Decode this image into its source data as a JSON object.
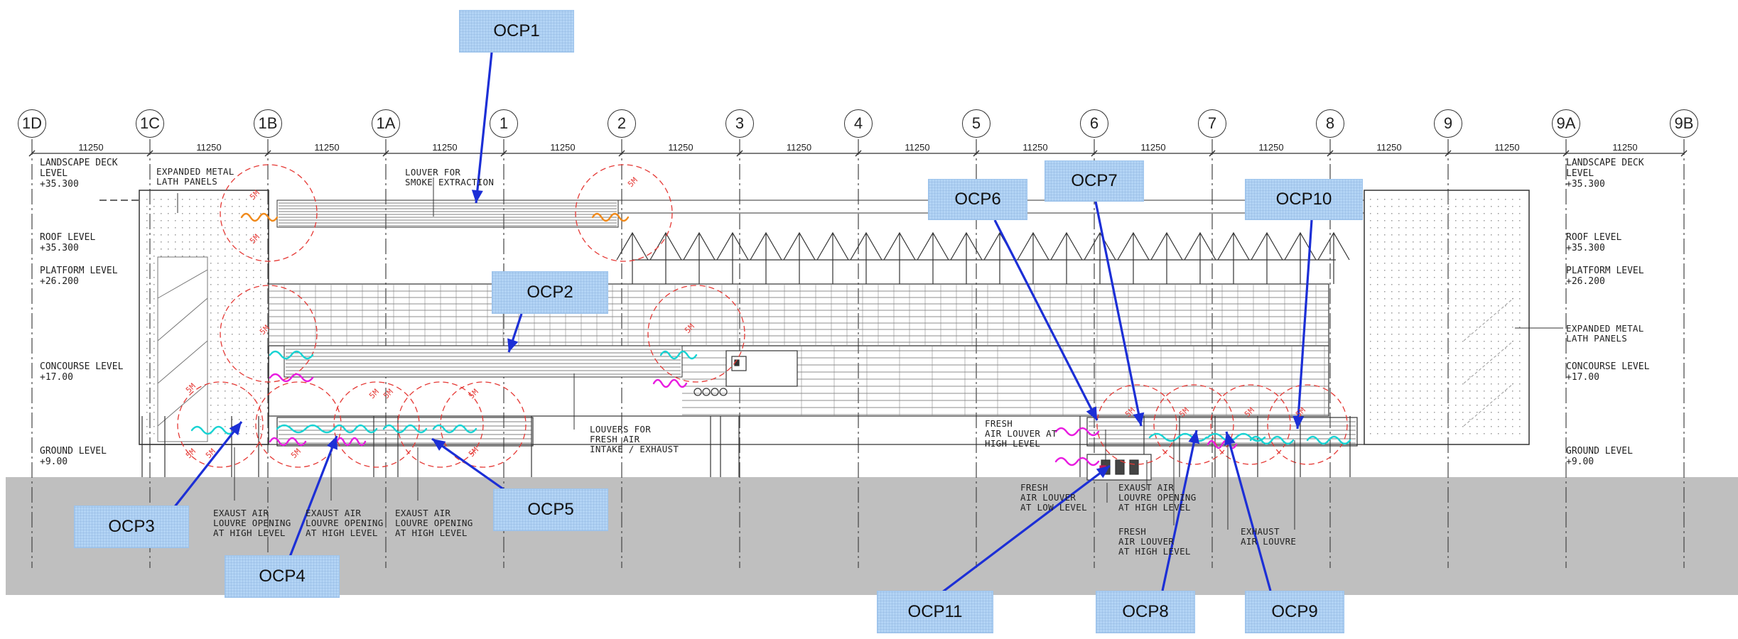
{
  "grid": {
    "labels": [
      "1D",
      "1C",
      "1B",
      "1A",
      "1",
      "2",
      "3",
      "4",
      "5",
      "6",
      "7",
      "8",
      "9",
      "9A",
      "9B"
    ],
    "spacing_label": "11250"
  },
  "levels_left": [
    {
      "name": "LANDSCAPE DECK\nLEVEL",
      "value": "+35.300"
    },
    {
      "name": "ROOF LEVEL",
      "value": "+35.300"
    },
    {
      "name": "PLATFORM LEVEL",
      "value": "+26.200"
    },
    {
      "name": "CONCOURSE LEVEL",
      "value": "+17.00"
    },
    {
      "name": "GROUND LEVEL",
      "value": "+9.00"
    }
  ],
  "levels_right": [
    {
      "name": "LANDSCAPE DECK\nLEVEL",
      "value": "+35.300"
    },
    {
      "name": "ROOF LEVEL",
      "value": "+35.300"
    },
    {
      "name": "PLATFORM LEVEL",
      "value": "+26.200"
    },
    {
      "name": "CONCOURSE LEVEL",
      "value": "+17.00"
    },
    {
      "name": "GROUND LEVEL",
      "value": "+9.00"
    }
  ],
  "notes": {
    "expanded_left": "EXPANDED METAL\nLATH PANELS",
    "expanded_right": "EXPANDED METAL\nLATH PANELS",
    "louver_smoke": "LOUVER FOR\nSMOKE EXTRACTION",
    "louvers_fresh": "LOUVERS FOR\nFRESH AIR\nINTAKE / EXHAUST",
    "exaust1": "EXAUST AIR\nLOUVRE OPENING\nAT HIGH LEVEL",
    "exaust2": "EXAUST AIR\nLOUVRE OPENING\nAT HIGH LEVEL",
    "exaust3": "EXAUST AIR\nLOUVRE OPENING\nAT HIGH LEVEL",
    "fresh_high_top": "FRESH\nAIR LOUVER AT\nHIGH LEVEL",
    "fresh_low": "FRESH\nAIR LOUVER\nAT LOW LEVEL",
    "exaust_right": "EXAUST AIR\nLOUVRE OPENING\nAT HIGH LEVEL",
    "fresh_high_bottom": "FRESH\nAIR LOUVER\nAT HIGH LEVEL",
    "exhaust_louvre": "EXHAUST\nAIR LOUVRE"
  },
  "radius_label": "5M",
  "callouts": [
    "OCP1",
    "OCP2",
    "OCP3",
    "OCP4",
    "OCP5",
    "OCP6",
    "OCP7",
    "OCP8",
    "OCP9",
    "OCP10",
    "OCP11"
  ],
  "colors": {
    "ground": "#bfbfbf",
    "callout_fill": "#b3d4f5",
    "arrow": "#1c2fd6",
    "dashed_zone": "#e53935",
    "airflow_orange": "#f08a1c",
    "airflow_cyan": "#19d3d3",
    "airflow_magenta": "#e81ce0"
  }
}
